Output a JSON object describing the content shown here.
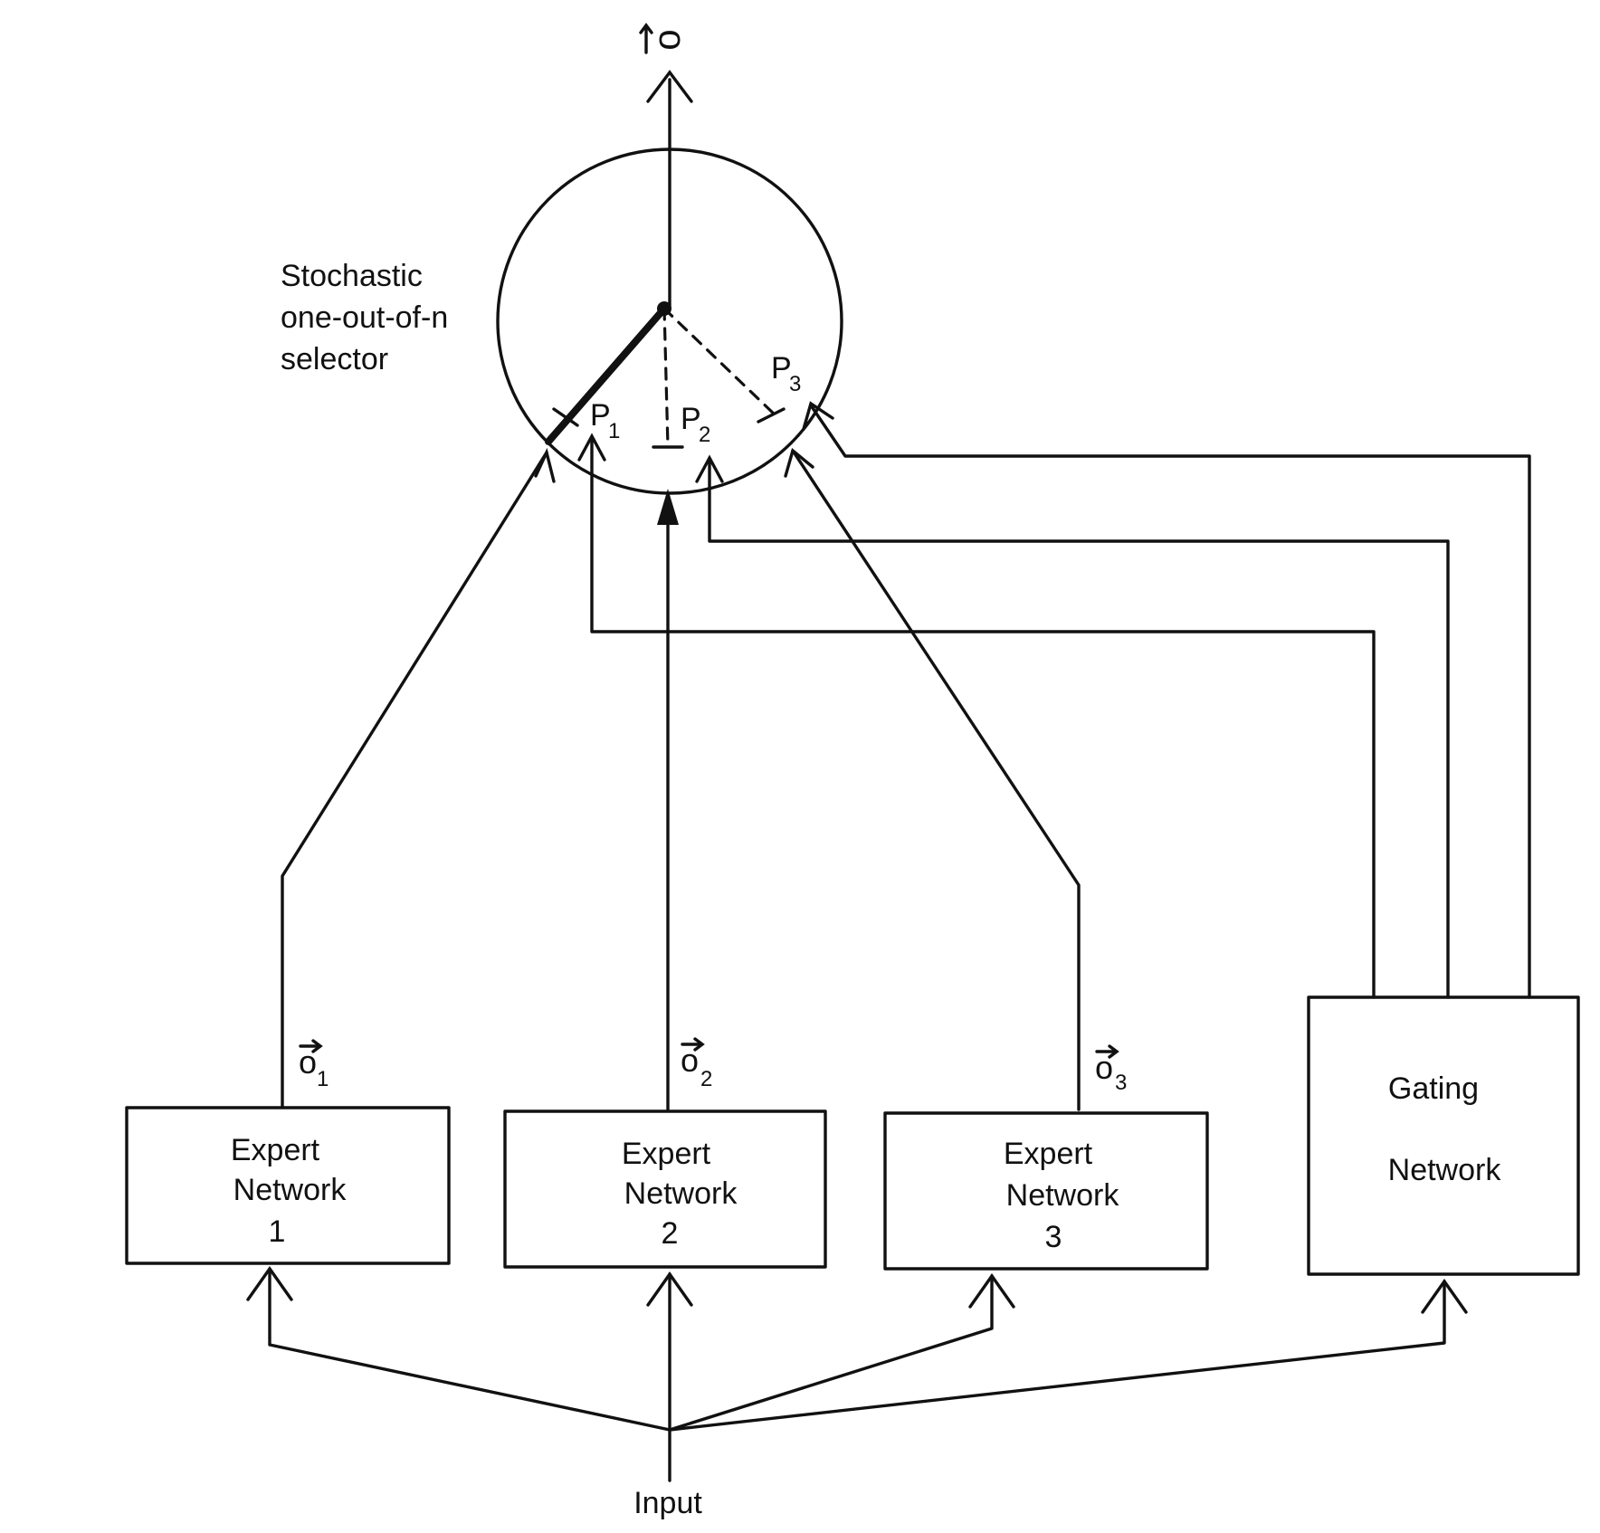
{
  "selector": {
    "label_lines": [
      "Stochastic",
      "one-out-of-n",
      "selector"
    ],
    "probabilities": [
      {
        "base": "P",
        "sub": "1"
      },
      {
        "base": "P",
        "sub": "2"
      },
      {
        "base": "P",
        "sub": "3"
      }
    ]
  },
  "output": {
    "symbol": "o"
  },
  "experts": [
    {
      "lines": [
        "Expert",
        "Network",
        "1"
      ],
      "output_base": "o",
      "output_sub": "1"
    },
    {
      "lines": [
        "Expert",
        "Network",
        "2"
      ],
      "output_base": "o",
      "output_sub": "2"
    },
    {
      "lines": [
        "Expert",
        "Network",
        "3"
      ],
      "output_base": "o",
      "output_sub": "3"
    }
  ],
  "gating": {
    "lines": [
      "Gating",
      "Network"
    ]
  },
  "input": {
    "label": "Input"
  }
}
